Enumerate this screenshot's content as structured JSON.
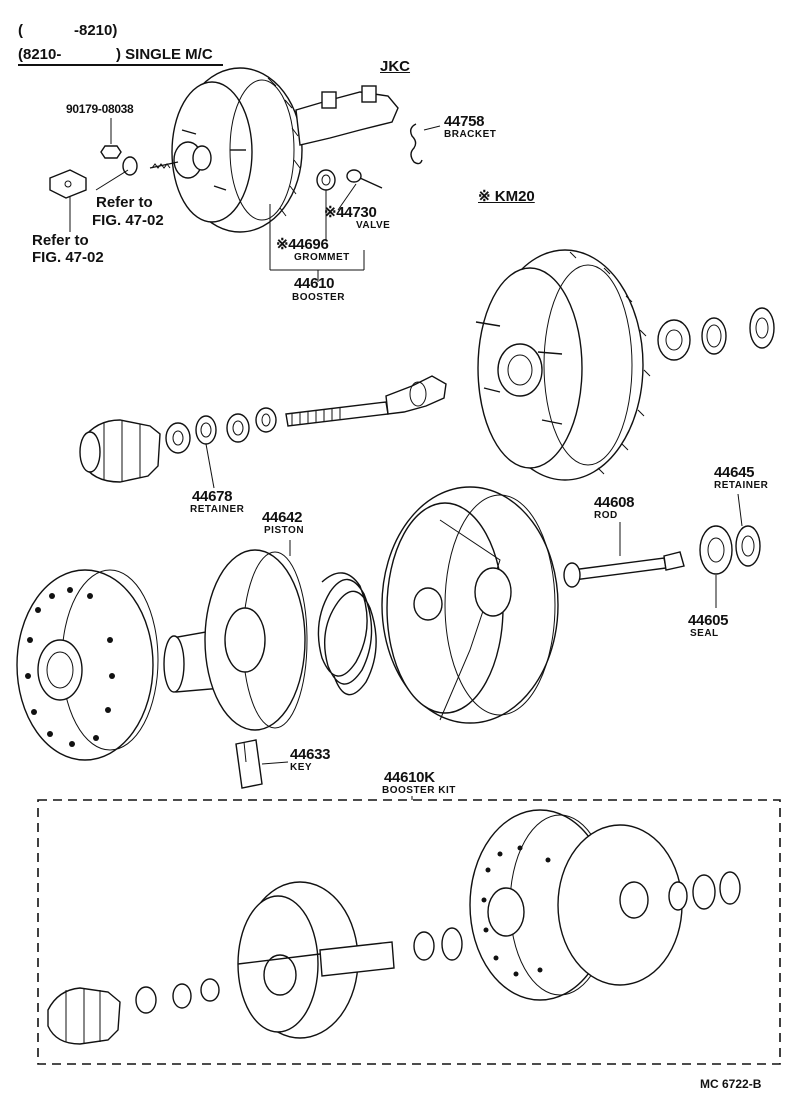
{
  "header": {
    "line1_open": "(",
    "line1_code": "-8210)",
    "line2_open": "(8210-",
    "line2_close": ") SINGLE M/C"
  },
  "variants": {
    "jkc": "JKC",
    "km20": "※ KM20"
  },
  "refs": {
    "ref1_line1": "Refer to",
    "ref1_line2": "FIG. 47-02",
    "ref2_line1": "Refer to",
    "ref2_line2": "FIG. 47-02"
  },
  "parts": [
    {
      "id": "p90179",
      "number": "90179-08038",
      "caption": ""
    },
    {
      "id": "p44758",
      "number": "44758",
      "caption": "BRACKET"
    },
    {
      "id": "p44730",
      "number": "※44730",
      "caption": "VALVE"
    },
    {
      "id": "p44696",
      "number": "※44696",
      "caption": "GROMMET"
    },
    {
      "id": "p44610",
      "number": "44610",
      "caption": "BOOSTER"
    },
    {
      "id": "p44678",
      "number": "44678",
      "caption": "RETAINER"
    },
    {
      "id": "p44642",
      "number": "44642",
      "caption": "PISTON"
    },
    {
      "id": "p44608",
      "number": "44608",
      "caption": "ROD"
    },
    {
      "id": "p44645",
      "number": "44645",
      "caption": "RETAINER"
    },
    {
      "id": "p44605",
      "number": "44605",
      "caption": "SEAL"
    },
    {
      "id": "p44633",
      "number": "44633",
      "caption": "KEY"
    },
    {
      "id": "p44610k",
      "number": "44610K",
      "caption": "BOOSTER KIT"
    }
  ],
  "footer": {
    "code": "MC 6722-B"
  }
}
